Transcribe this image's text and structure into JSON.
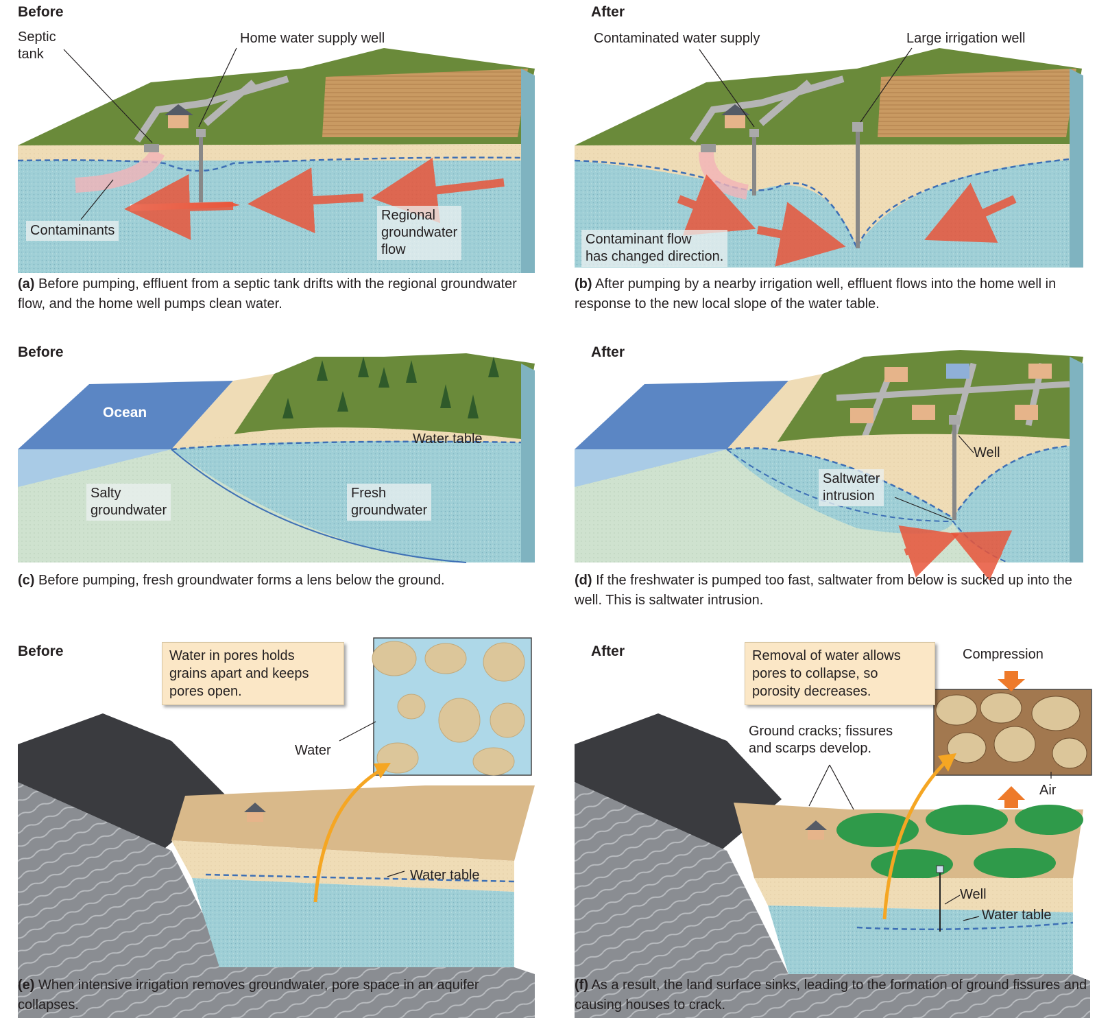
{
  "panels": {
    "a": {
      "heading": "Before",
      "labels": {
        "septic_tank": "Septic\ntank",
        "home_well": "Home water supply well",
        "contaminants": "Contaminants",
        "regional_flow": "Regional\ngroundwater\nflow"
      },
      "caption_letter": "(a)",
      "caption": " Before pumping, effluent from a septic tank drifts with the regional groundwater flow, and the home well pumps clean water."
    },
    "b": {
      "heading": "After",
      "labels": {
        "contaminated_supply": "Contaminated water supply",
        "irrigation_well": "Large irrigation well",
        "contaminant_flow": "Contaminant flow\nhas changed direction."
      },
      "caption_letter": "(b)",
      "caption": " After pumping by a nearby irrigation well, effluent flows into the home well in response to the new local slope of the water table."
    },
    "c": {
      "heading": "Before",
      "labels": {
        "ocean": "Ocean",
        "water_table": "Water table",
        "salty": "Salty\ngroundwater",
        "fresh": "Fresh\ngroundwater"
      },
      "caption_letter": "(c)",
      "caption": " Before pumping, fresh groundwater forms a lens below the ground."
    },
    "d": {
      "heading": "After",
      "labels": {
        "well": "Well",
        "saltwater_intrusion": "Saltwater\nintrusion"
      },
      "caption_letter": "(d)",
      "caption": " If the freshwater is pumped too fast, saltwater from below is sucked up into the well. This is saltwater intrusion."
    },
    "e": {
      "heading": "Before",
      "labels": {
        "callout": "Water in pores holds\ngrains apart and keeps\npores open.",
        "water": "Water",
        "water_table": "Water table"
      },
      "caption_letter": "(e)",
      "caption": " When intensive irrigation removes groundwater, pore space in an aquifer collapses."
    },
    "f": {
      "heading": "After",
      "labels": {
        "callout": "Removal of water allows\npores to collapse, so\nporosity decreases.",
        "compression": "Compression",
        "ground_cracks": "Ground cracks; fissures\nand scarps develop.",
        "air": "Air",
        "well": "Well",
        "water_table": "Water table"
      },
      "caption_letter": "(f)",
      "caption": " As a result, the land surface sinks, leading to the formation of ground fissures and causing houses to crack."
    }
  },
  "colors": {
    "groundwater": "#9fcfd6",
    "sand": "#efdcb6",
    "grass": "#6a8a3a",
    "field": "#c99a62",
    "ocean": "#5b86c4",
    "flow_arrow": "#e8553a",
    "callout_arrow": "#f5a623",
    "rock": "#8a8d92",
    "irrigation_green": "#2f9a4a"
  }
}
